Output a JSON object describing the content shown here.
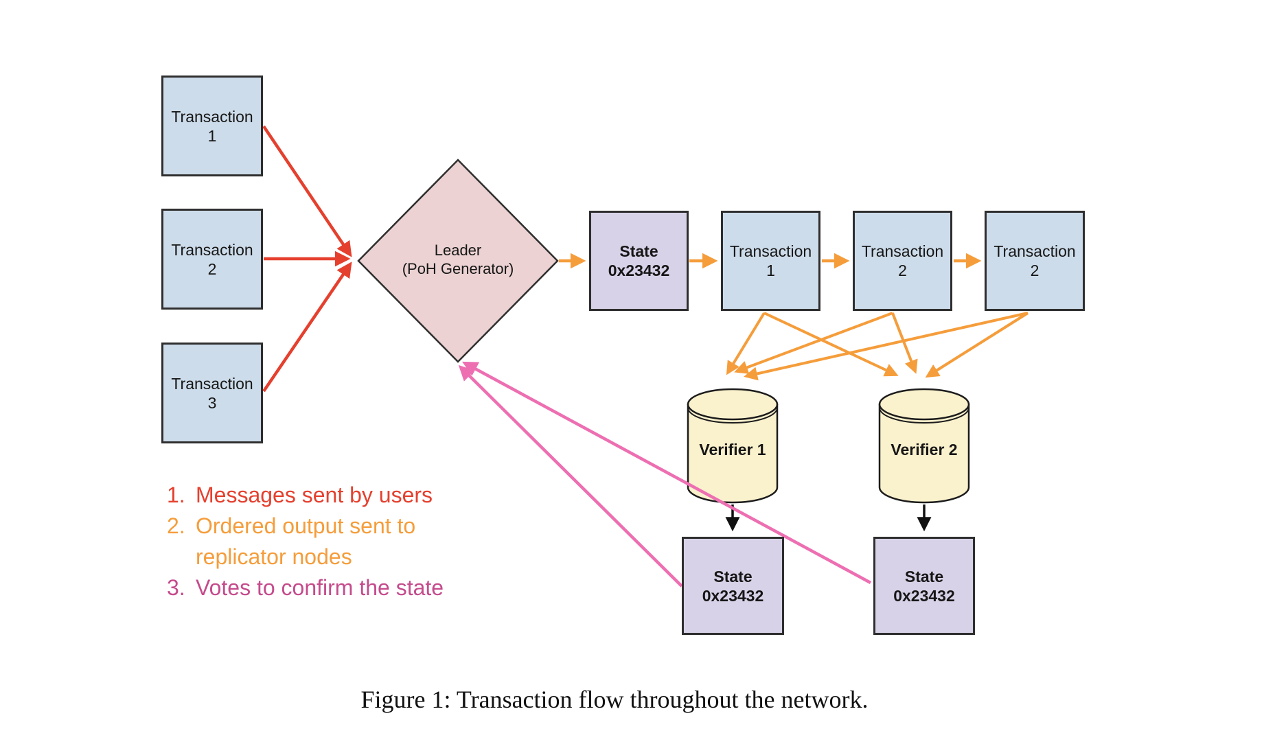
{
  "figure": {
    "caption": "Figure 1: Transaction flow throughout the network."
  },
  "nodes": {
    "user_tx1": {
      "line1": "Transaction",
      "line2": "1"
    },
    "user_tx2": {
      "line1": "Transaction",
      "line2": "2"
    },
    "user_tx3": {
      "line1": "Transaction",
      "line2": "3"
    },
    "leader": {
      "line1": "Leader",
      "line2": "(PoH Generator)"
    },
    "state_chain": {
      "line1": "State",
      "line2": "0x23432"
    },
    "chain_tx1": {
      "line1": "Transaction",
      "line2": "1"
    },
    "chain_tx2": {
      "line1": "Transaction",
      "line2": "2"
    },
    "chain_tx3": {
      "line1": "Transaction",
      "line2": "2"
    },
    "verifier1": {
      "label": "Verifier 1"
    },
    "verifier2": {
      "label": "Verifier 2"
    },
    "state_verifier1": {
      "line1": "State",
      "line2": "0x23432"
    },
    "state_verifier2": {
      "line1": "State",
      "line2": "0x23432"
    }
  },
  "edges": [
    {
      "from": "user_tx1",
      "to": "leader",
      "type": "messages-sent-by-users"
    },
    {
      "from": "user_tx2",
      "to": "leader",
      "type": "messages-sent-by-users"
    },
    {
      "from": "user_tx3",
      "to": "leader",
      "type": "messages-sent-by-users"
    },
    {
      "from": "leader",
      "to": "state_chain",
      "type": "ordered-output"
    },
    {
      "from": "state_chain",
      "to": "chain_tx1",
      "type": "ordered-output"
    },
    {
      "from": "chain_tx1",
      "to": "chain_tx2",
      "type": "ordered-output"
    },
    {
      "from": "chain_tx2",
      "to": "chain_tx3",
      "type": "ordered-output"
    },
    {
      "from": "chain_tx1",
      "to": "verifier1",
      "type": "ordered-output"
    },
    {
      "from": "chain_tx1",
      "to": "verifier2",
      "type": "ordered-output"
    },
    {
      "from": "chain_tx2",
      "to": "verifier1",
      "type": "ordered-output"
    },
    {
      "from": "chain_tx2",
      "to": "verifier2",
      "type": "ordered-output"
    },
    {
      "from": "chain_tx3",
      "to": "verifier1",
      "type": "ordered-output"
    },
    {
      "from": "chain_tx3",
      "to": "verifier2",
      "type": "ordered-output"
    },
    {
      "from": "verifier1",
      "to": "state_verifier1",
      "type": "writes-state"
    },
    {
      "from": "verifier2",
      "to": "state_verifier2",
      "type": "writes-state"
    },
    {
      "from": "state_verifier1",
      "to": "leader",
      "type": "votes-to-confirm"
    },
    {
      "from": "state_verifier2",
      "to": "leader",
      "type": "votes-to-confirm"
    }
  ],
  "legend": {
    "items": [
      {
        "number": "1.",
        "text": "Messages sent by users",
        "color": "#e5402e"
      },
      {
        "number": "2.",
        "text": "Ordered output sent to replicator nodes",
        "color": "#f59d3b"
      },
      {
        "number": "3.",
        "text": "Votes to confirm the state",
        "color": "#c54b8c"
      }
    ]
  },
  "colors": {
    "messages_arrow": "#e5402e",
    "ordered_output_arrow": "#f59d3b",
    "votes_arrow": "#ed6fb2",
    "state_flow_arrow": "#111111",
    "transaction_box_fill": "#cddcea",
    "leader_diamond_fill": "#ecd2d2",
    "state_box_fill": "#d8d2e8",
    "verifier_cylinder_fill": "#faf1cd",
    "shape_border": "#2e2e2e"
  }
}
